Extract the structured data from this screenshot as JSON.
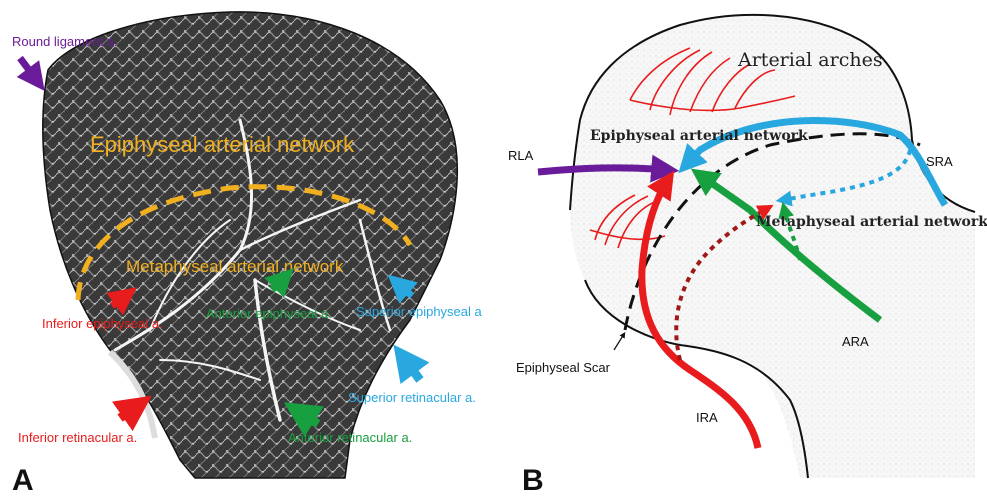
{
  "panel_a": {
    "letter": "A",
    "title_network": "Epiphyseal arterial network",
    "metaphyseal_network": "Metaphyseal arterial network",
    "labels": {
      "round_ligament": "Round ligament a.",
      "inferior_epiphyseal": "Inferior epiphyseal a.",
      "anterior_epiphyseal": "Anterior epiphyseal a.",
      "superior_epiphyseal": "Superior epiphyseal a",
      "superior_retinacular": "Superior retinacular a.",
      "anterior_retinacular": "Anterior retinacular a.",
      "inferior_retinacular": "Inferior retinacular a."
    }
  },
  "panel_b": {
    "letter": "B",
    "arterial_arches": "Arterial arches",
    "epiphyseal_network": "Epiphyseal arterial network",
    "metaphyseal_network": "Metaphyseal arterial network",
    "rla": "RLA",
    "sra": "SRA",
    "ara": "ARA",
    "ira": "IRA",
    "epiphyseal_scar": "Epiphyseal Scar"
  },
  "colors": {
    "purple": "#6a1b9a",
    "red": "#e81c1c",
    "green": "#18a040",
    "blue": "#29a8e0",
    "orange": "#f0b020",
    "black": "#111111"
  }
}
